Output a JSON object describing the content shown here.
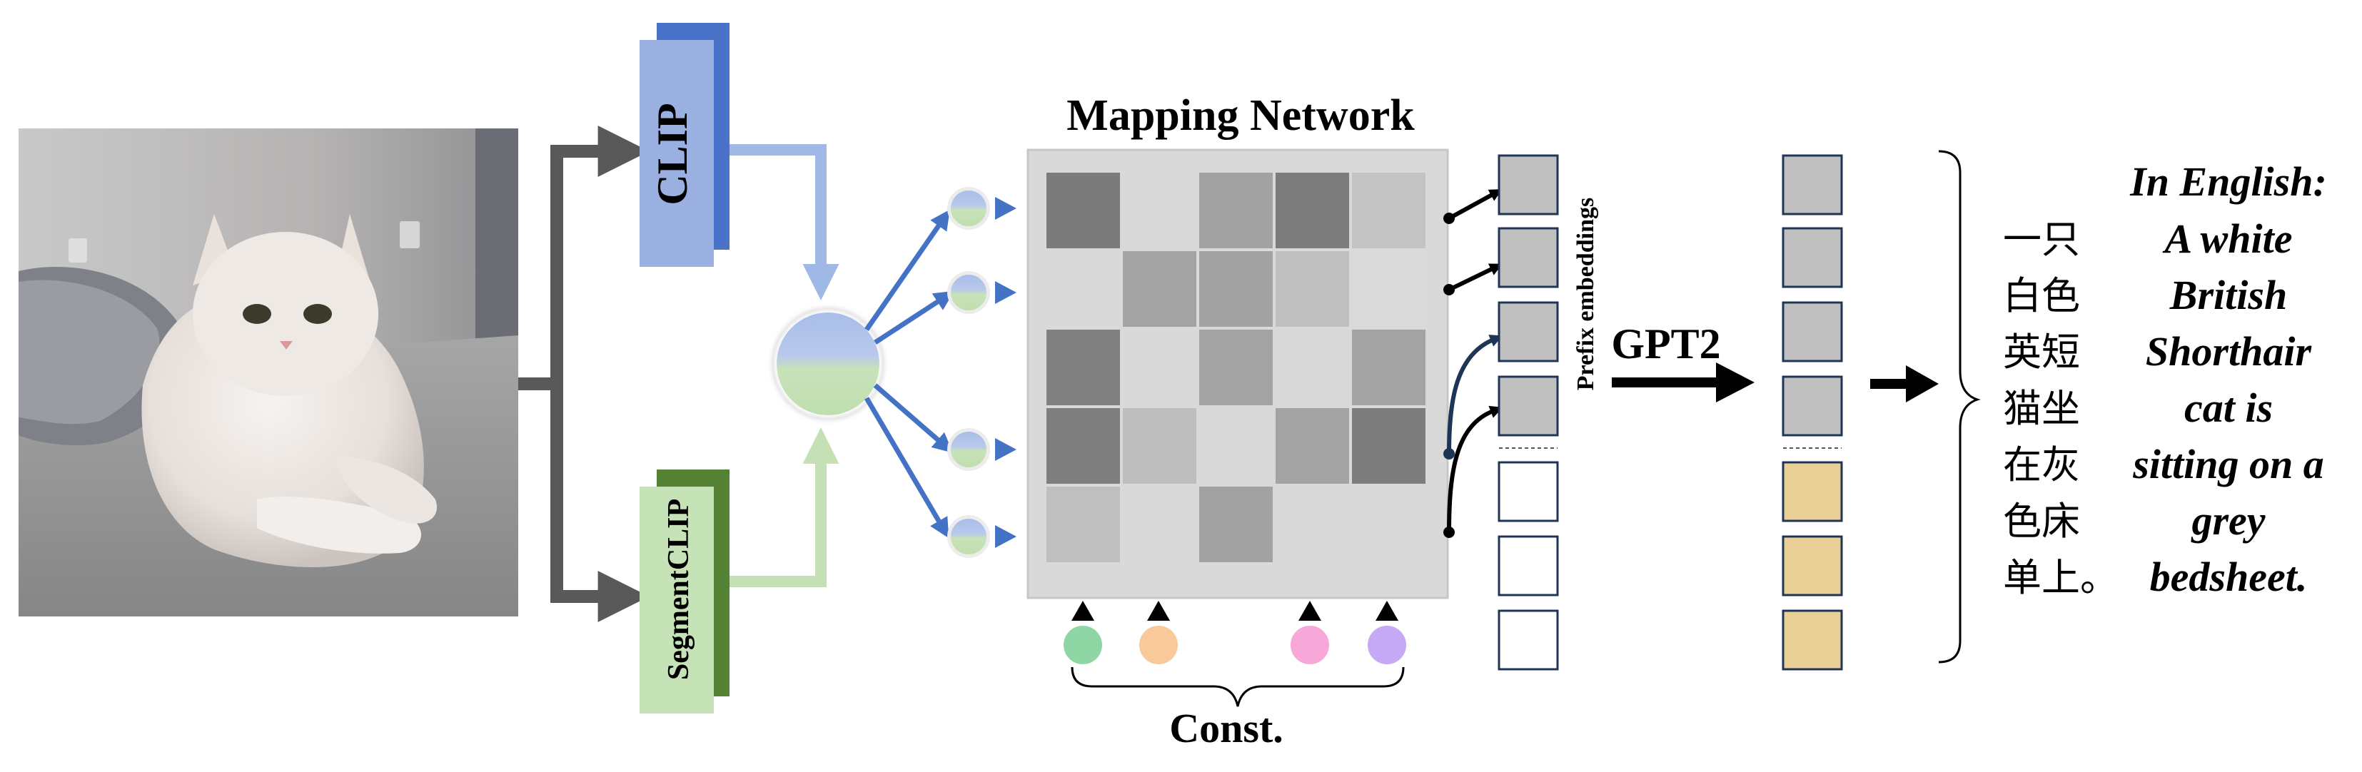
{
  "mapping": {
    "title": "Mapping Network",
    "grid_shades": [
      [
        "#7b7b7b",
        "#d9d9d9",
        "#a2a2a2",
        "#7c7c7c",
        "#c3c3c3"
      ],
      [
        "#d9d9d9",
        "#a3a3a3",
        "#a2a2a2",
        "#bfbfbf",
        "#dadada"
      ],
      [
        "#808080",
        "#d9d9d9",
        "#a3a3a3",
        "#d8d8d8",
        "#a3a3a3"
      ],
      [
        "#7f7f7f",
        "#bebebe",
        "#d9d9d9",
        "#a3a3a3",
        "#7d7d7d"
      ],
      [
        "#bfbfbf",
        "#d9d9d9",
        "#a2a2a2",
        "#d9d9d9",
        "#d9d9d9"
      ]
    ]
  },
  "encoders": {
    "clip": "CLIP",
    "segment": "SegmentCLIP",
    "clip_colors": [
      "#9ab0e0",
      "#4a72c8"
    ],
    "segment_colors": [
      "#c6e3b8",
      "#548235"
    ]
  },
  "const": {
    "label": "Const.",
    "dot_colors": [
      "#8ed7a4",
      "#f7c99b",
      "#f7a8d8",
      "#c6a9f5"
    ]
  },
  "prefix_label": "Prefix embeddings",
  "gpt_label": "GPT2",
  "caption": {
    "english_heading": "In English:",
    "english_lines": [
      "A white",
      "British",
      "Shorthair",
      "cat is",
      "sitting on a",
      "grey",
      "bedsheet."
    ],
    "chinese_lines": [
      "一只",
      "白色",
      "英短",
      "猫坐",
      "在灰",
      "色床",
      "单上。"
    ]
  },
  "colors": {
    "flow_arrow": "#595959",
    "blue_arrow": "#4472c4",
    "light_blue": "#9fb8e6",
    "light_green": "#c5e0b4",
    "word_token": "#e8cf96"
  }
}
